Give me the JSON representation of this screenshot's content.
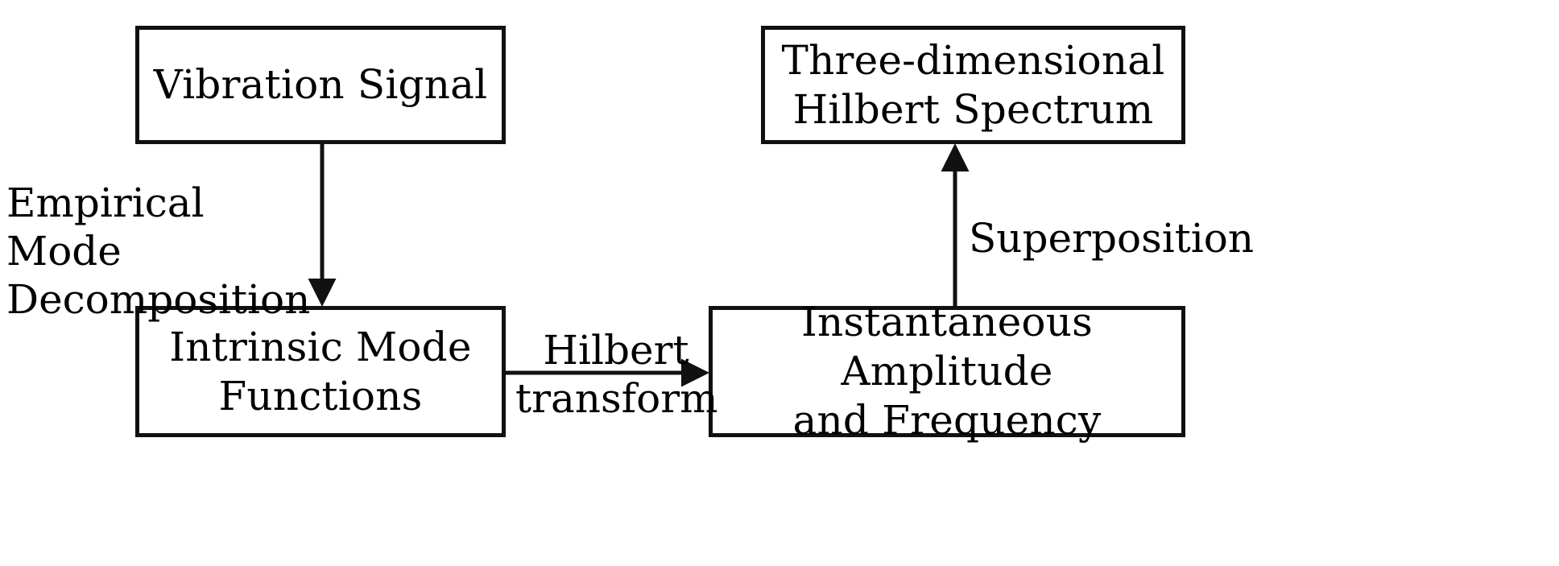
{
  "diagram": {
    "title": "Hilbert-Huang Transform Flowchart",
    "background_color": "#ffffff",
    "stroke_color": "#111111",
    "text_color": "#000000",
    "nodes": [
      {
        "id": "vibration-signal",
        "label": "Vibration Signal",
        "shape": "rectangle"
      },
      {
        "id": "hilbert-spectrum",
        "label": "Three-dimensional\nHilbert Spectrum",
        "shape": "rectangle"
      },
      {
        "id": "intrinsic-mode-functions",
        "label": "Intrinsic Mode\nFunctions",
        "shape": "rectangle"
      },
      {
        "id": "instantaneous-amplitude-frequency",
        "label": "Instantaneous Amplitude\nand Frequency",
        "shape": "rectangle"
      }
    ],
    "edges": [
      {
        "id": "edge-emd",
        "from": "vibration-signal",
        "to": "intrinsic-mode-functions",
        "label": "Empirical Mode\nDecomposition",
        "direction": "down",
        "arrowhead": "filled-triangle"
      },
      {
        "id": "edge-hilbert-transform",
        "from": "intrinsic-mode-functions",
        "to": "instantaneous-amplitude-frequency",
        "label": "Hilbert\ntransform",
        "direction": "right",
        "arrowhead": "filled-triangle"
      },
      {
        "id": "edge-superposition",
        "from": "instantaneous-amplitude-frequency",
        "to": "hilbert-spectrum",
        "label": "Superposition",
        "direction": "up",
        "arrowhead": "filled-triangle"
      }
    ]
  }
}
